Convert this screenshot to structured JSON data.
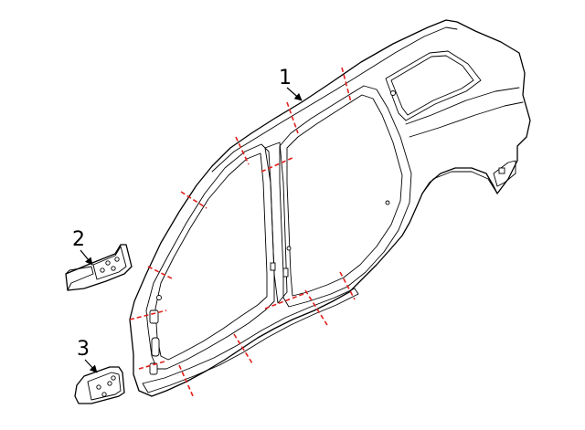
{
  "callouts": [
    {
      "id": "1",
      "label": "1"
    },
    {
      "id": "2",
      "label": "2"
    },
    {
      "id": "3",
      "label": "3"
    }
  ],
  "colors": {
    "line": "#000000",
    "cut_line": "#e0201c",
    "background": "#ffffff"
  },
  "icons": [
    "arrow-head-icon"
  ]
}
